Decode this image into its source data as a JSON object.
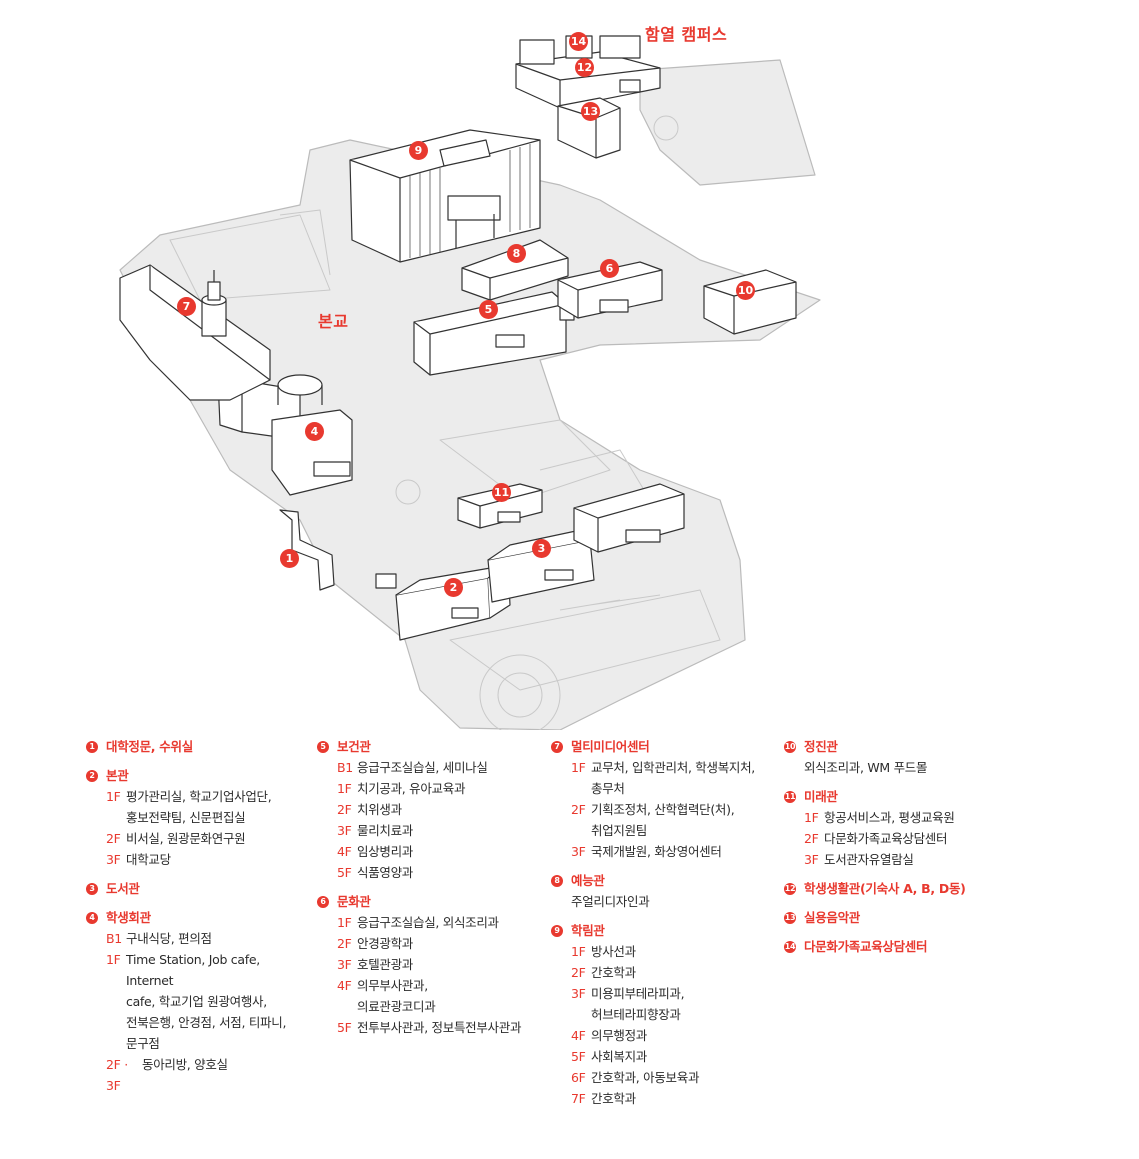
{
  "campus_labels": {
    "main": "본교",
    "hamyeol": "함열 캠퍼스"
  },
  "markers": [
    "1",
    "2",
    "3",
    "4",
    "5",
    "6",
    "7",
    "8",
    "9",
    "10",
    "11",
    "12",
    "13",
    "14"
  ],
  "legend": {
    "c1": [
      {
        "num": "1",
        "title": "대학정문, 수위실",
        "floors": []
      },
      {
        "num": "2",
        "title": "본관",
        "floors": [
          {
            "f": "1F",
            "t": "평가관리실, 학교기업사업단,"
          },
          {
            "f": "",
            "t": "홍보전략팀, 신문편집실"
          },
          {
            "f": "2F",
            "t": "비서실, 원광문화연구원"
          },
          {
            "f": "3F",
            "t": "대학교당"
          }
        ]
      },
      {
        "num": "3",
        "title": "도서관",
        "floors": []
      },
      {
        "num": "4",
        "title": "학생회관",
        "floors": [
          {
            "f": "B1",
            "t": "구내식당, 편의점"
          },
          {
            "f": "1F",
            "t": "Time Station, Job cafe, Internet"
          },
          {
            "f": "",
            "t": "cafe, 학교기업 원광여행사,"
          },
          {
            "f": "",
            "t": "전북은행, 안경점, 서점, 티파니,"
          },
          {
            "f": "",
            "t": "문구점"
          },
          {
            "f": "2F · 3F",
            "t": "동아리방, 양호실",
            "wide": true
          }
        ]
      }
    ],
    "c2": [
      {
        "num": "5",
        "title": "보건관",
        "floors": [
          {
            "f": "B1",
            "t": "응급구조실습실, 세미나실"
          },
          {
            "f": "1F",
            "t": "치기공과, 유아교육과"
          },
          {
            "f": "2F",
            "t": "치위생과"
          },
          {
            "f": "3F",
            "t": "물리치료과"
          },
          {
            "f": "4F",
            "t": "임상병리과"
          },
          {
            "f": "5F",
            "t": "식품영양과"
          }
        ]
      },
      {
        "num": "6",
        "title": "문화관",
        "floors": [
          {
            "f": "1F",
            "t": "응급구조실습실, 외식조리과"
          },
          {
            "f": "2F",
            "t": "안경광학과"
          },
          {
            "f": "3F",
            "t": "호텔관광과"
          },
          {
            "f": "4F",
            "t": "의무부사관과,"
          },
          {
            "f": "",
            "t": "의료관광코디과"
          },
          {
            "f": "5F",
            "t": "전투부사관과, 정보특전부사관과"
          }
        ]
      }
    ],
    "c3": [
      {
        "num": "7",
        "title": "멀티미디어센터",
        "floors": [
          {
            "f": "1F",
            "t": "교무처, 입학관리처, 학생복지처,"
          },
          {
            "f": "",
            "t": "총무처"
          },
          {
            "f": "2F",
            "t": "기획조정처, 산학협력단(처),"
          },
          {
            "f": "",
            "t": "취업지원팀"
          },
          {
            "f": "3F",
            "t": "국제개발원, 화상영어센터"
          }
        ]
      },
      {
        "num": "8",
        "title": "예능관",
        "floors": [
          {
            "f": "",
            "t": "주얼리디자인과",
            "nof": true
          }
        ]
      },
      {
        "num": "9",
        "title": "학림관",
        "floors": [
          {
            "f": "1F",
            "t": "방사선과"
          },
          {
            "f": "2F",
            "t": "간호학과"
          },
          {
            "f": "3F",
            "t": "미용피부테라피과,"
          },
          {
            "f": "",
            "t": "허브테라피향장과"
          },
          {
            "f": "4F",
            "t": "의무행정과"
          },
          {
            "f": "5F",
            "t": "사회복지과"
          },
          {
            "f": "6F",
            "t": "간호학과, 아동보육과"
          },
          {
            "f": "7F",
            "t": "간호학과"
          }
        ]
      }
    ],
    "c4": [
      {
        "num": "10",
        "title": "정진관",
        "floors": [
          {
            "f": "",
            "t": "외식조리과, WM 푸드몰",
            "nof": true
          }
        ]
      },
      {
        "num": "11",
        "title": "미래관",
        "floors": [
          {
            "f": "1F",
            "t": "항공서비스과, 평생교육원"
          },
          {
            "f": "2F",
            "t": "다문화가족교육상담센터"
          },
          {
            "f": "3F",
            "t": "도서관자유열람실"
          }
        ]
      },
      {
        "num": "12",
        "title": "학생생활관(기숙사 A, B, D동)",
        "floors": []
      },
      {
        "num": "13",
        "title": "실용음악관",
        "floors": []
      },
      {
        "num": "14",
        "title": "다문화가족교육상담센터",
        "floors": []
      }
    ]
  }
}
